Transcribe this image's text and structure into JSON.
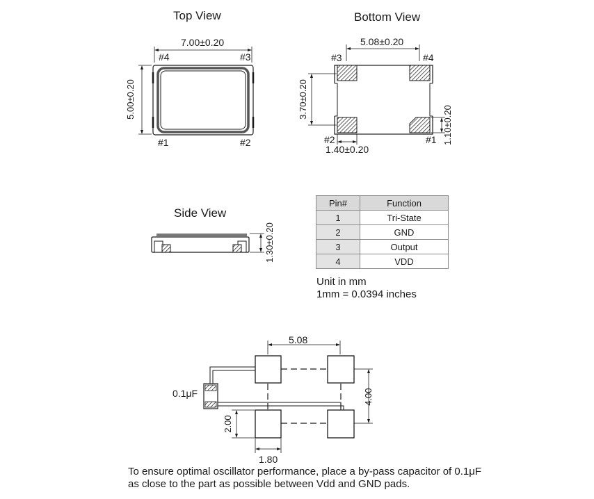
{
  "views": {
    "top_title": "Top View",
    "bottom_title": "Bottom View",
    "side_title": "Side View"
  },
  "top_view": {
    "width_dim": "7.00±0.20",
    "height_dim": "5.00±0.20",
    "pin_tl": "#4",
    "pin_tr": "#3",
    "pin_bl": "#1",
    "pin_br": "#2"
  },
  "bottom_view": {
    "pad_pitch_dim": "5.08±0.20",
    "pad_span_dim": "3.70±0.20",
    "pad_width_dim": "1.40±0.20",
    "pad_height_dim": "1.10±0.20",
    "pin_tl": "#3",
    "pin_tr": "#4",
    "pin_bl": "#2",
    "pin_br": "#1"
  },
  "side_view": {
    "height_dim": "1.30±0.20"
  },
  "pin_table": {
    "headers": [
      "Pin#",
      "Function"
    ],
    "rows": [
      {
        "pin": "1",
        "function": "Tri-State"
      },
      {
        "pin": "2",
        "function": "GND"
      },
      {
        "pin": "3",
        "function": "Output"
      },
      {
        "pin": "4",
        "function": "VDD"
      }
    ]
  },
  "units": {
    "line1": "Unit in mm",
    "line2": "1mm = 0.0394 inches"
  },
  "land_pattern": {
    "pitch_dim": "5.08",
    "span_dim": "4.00",
    "pad_height_dim": "2.00",
    "pad_width_dim": "1.80",
    "capacitor_label": "0.1μF"
  },
  "footnote": {
    "line1": "To ensure optimal oscillator performance, place a by-pass capacitor of 0.1μF",
    "line2": "as close to the part as possible between Vdd and GND pads."
  },
  "colors": {
    "line": "#1a1a1a",
    "pad_fill": "#ffffff",
    "table_header": "#d9d9d9",
    "table_pin_col": "#e3e3e3"
  }
}
